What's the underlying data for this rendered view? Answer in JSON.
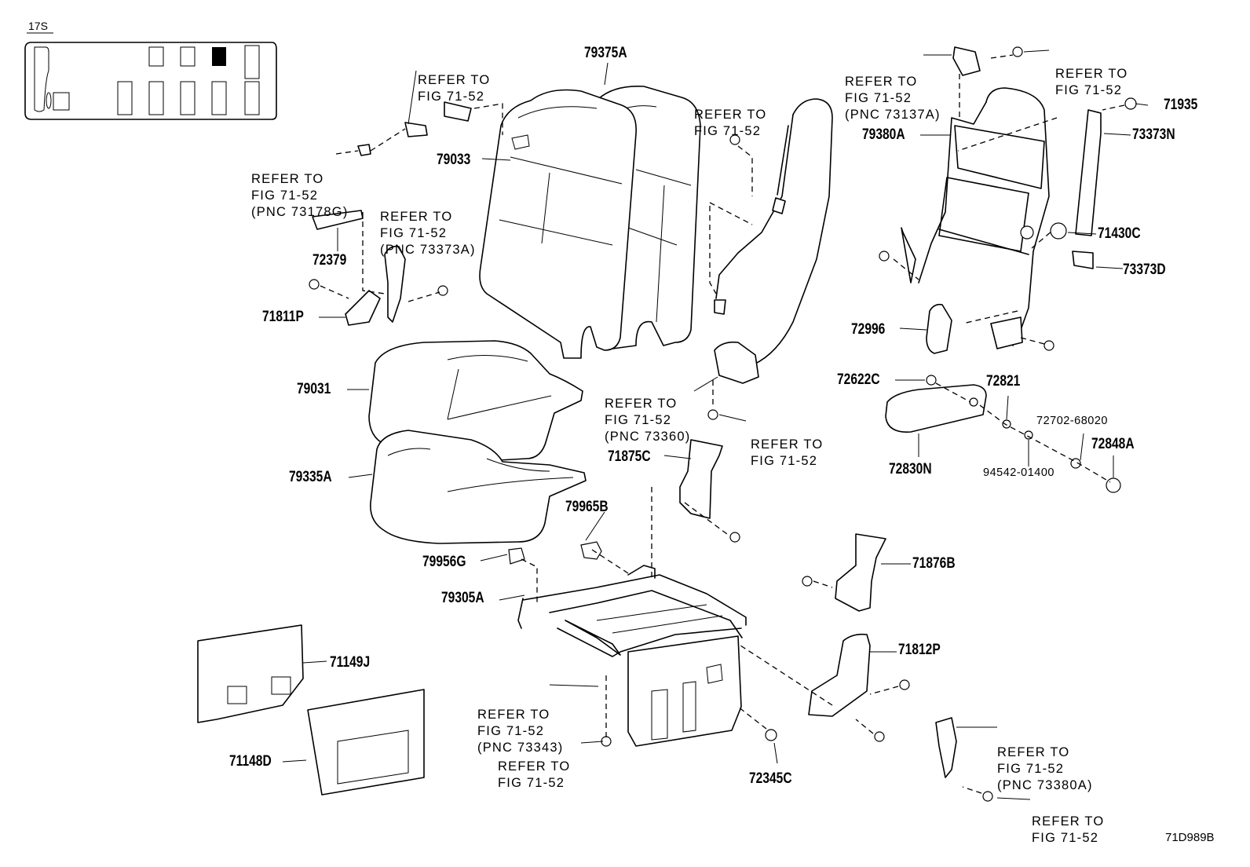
{
  "header": {
    "tag": "17S"
  },
  "footer": {
    "code": "71D989B"
  },
  "refer": {
    "r1": [
      "REFER TO",
      "FIG 71-52"
    ],
    "r2": [
      "REFER TO",
      "FIG 71-52",
      "(PNC 73178G)"
    ],
    "r3": [
      "REFER TO",
      "FIG 71-52",
      "(PNC 73373A)"
    ],
    "r4": [
      "REFER TO",
      "FIG 71-52"
    ],
    "r5": [
      "REFER TO",
      "FIG 71-52",
      "(PNC 73137A)"
    ],
    "r6": [
      "REFER TO",
      "FIG 71-52"
    ],
    "r7": [
      "REFER TO",
      "FIG 71-52",
      "(PNC 73360)"
    ],
    "r8": [
      "REFER TO",
      "FIG 71-52"
    ],
    "r9": [
      "REFER TO",
      "FIG 71-52",
      "(PNC 73343)"
    ],
    "r10": [
      "REFER TO",
      "FIG 71-52"
    ],
    "r11": [
      "REFER TO",
      "FIG 71-52",
      "(PNC 73380A)"
    ],
    "r12": [
      "REFER TO",
      "FIG 71-52"
    ]
  },
  "parts": {
    "p79375A": "79375A",
    "p79033": "79033",
    "p72379": "72379",
    "p71811P": "71811P",
    "p79031": "79031",
    "p79335A": "79335A",
    "p79965B": "79965B",
    "p79956G": "79956G",
    "p79305A": "79305A",
    "p71149J": "71149J",
    "p71148D": "71148D",
    "p71875C": "71875C",
    "p72345C": "72345C",
    "p79380A": "79380A",
    "p71935": "71935",
    "p73373N": "73373N",
    "p73373D": "73373D",
    "p71430C": "71430C",
    "p72996": "72996",
    "p72622C": "72622C",
    "p72821": "72821",
    "p72702_68020": "72702-68020",
    "p72848A": "72848A",
    "p72830N": "72830N",
    "p94542_01400": "94542-01400",
    "p71876B": "71876B",
    "p71812P": "71812P"
  }
}
